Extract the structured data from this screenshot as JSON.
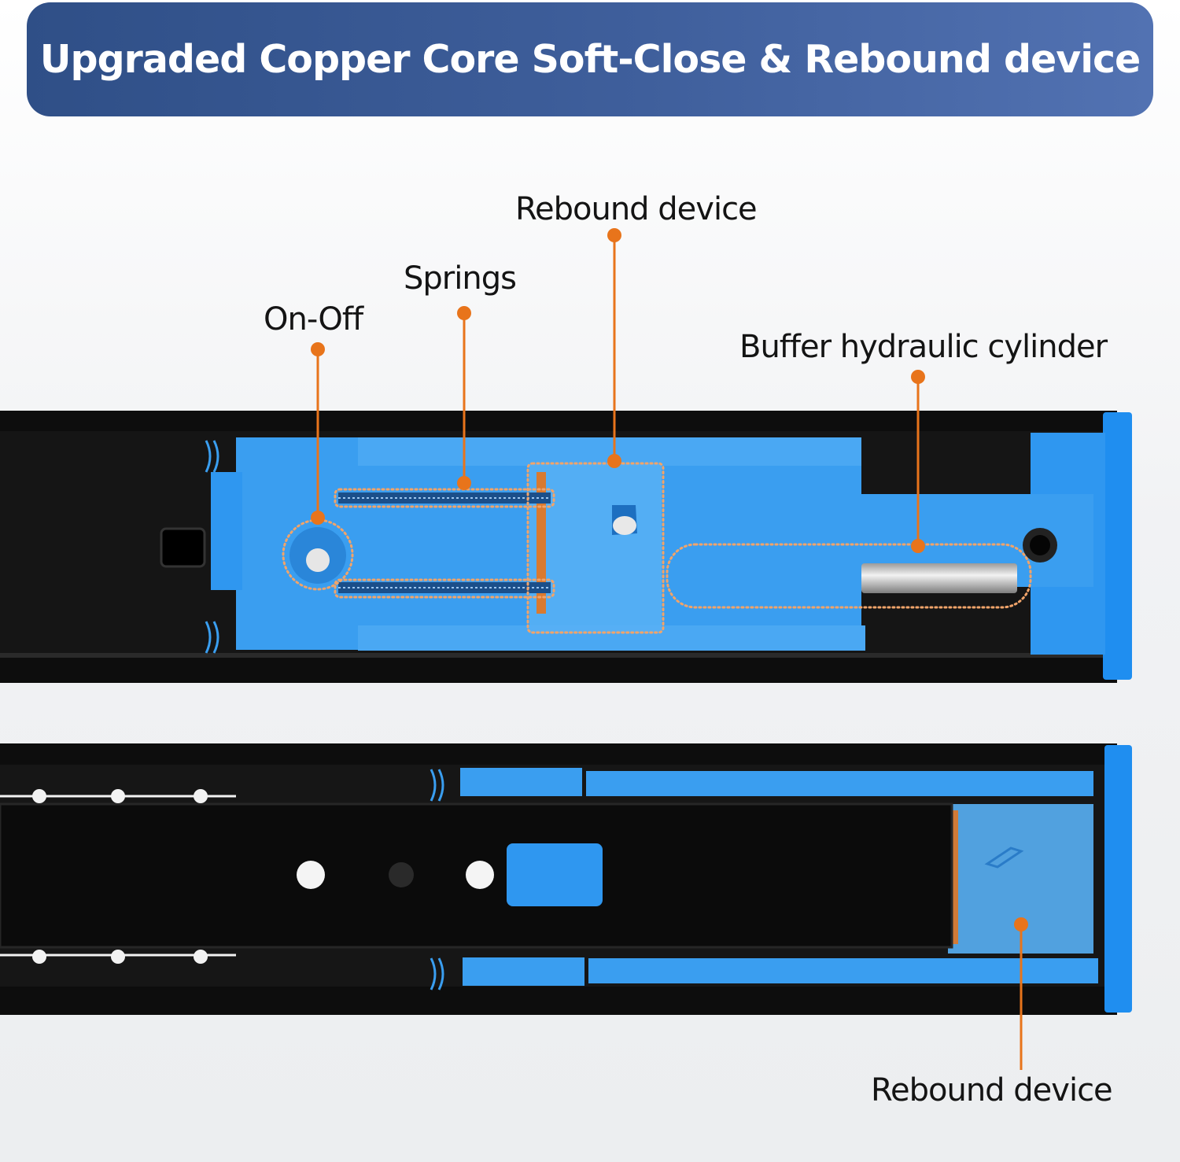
{
  "banner": {
    "title": "Upgraded Copper Core Soft-Close & Rebound device"
  },
  "callouts": {
    "on_off": "On-Off",
    "springs": "Springs",
    "rebound_top": "Rebound device",
    "buffer_cylinder": "Buffer hydraulic cylinder",
    "rebound_bottom": "Rebound device"
  },
  "colors": {
    "banner": "#3a5a96",
    "mechanism_blue": "#2f97f0",
    "callout_orange": "#e8741b",
    "rail_black": "#0e0e0e"
  }
}
